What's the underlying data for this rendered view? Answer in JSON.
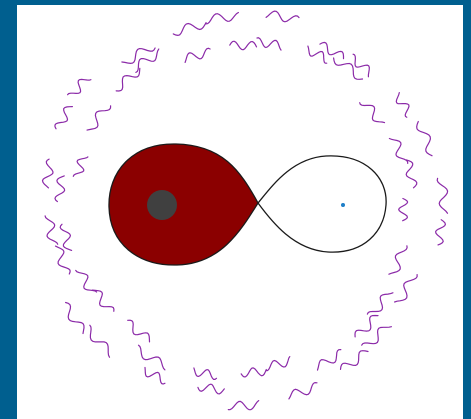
{
  "colors": {
    "frame": "#005f8f",
    "background": "#ffffff",
    "filled_lobe": "#8b0000",
    "lobe_outline": "#1a1a1a",
    "accretor": "#404040",
    "companion_point": "#1e7fc8",
    "wavy_ring": "#8b2aa8"
  },
  "icons": {
    "accretor": "dark-grey-disc",
    "companion": "small-blue-dot",
    "ring": "wavy-purple-ring"
  }
}
